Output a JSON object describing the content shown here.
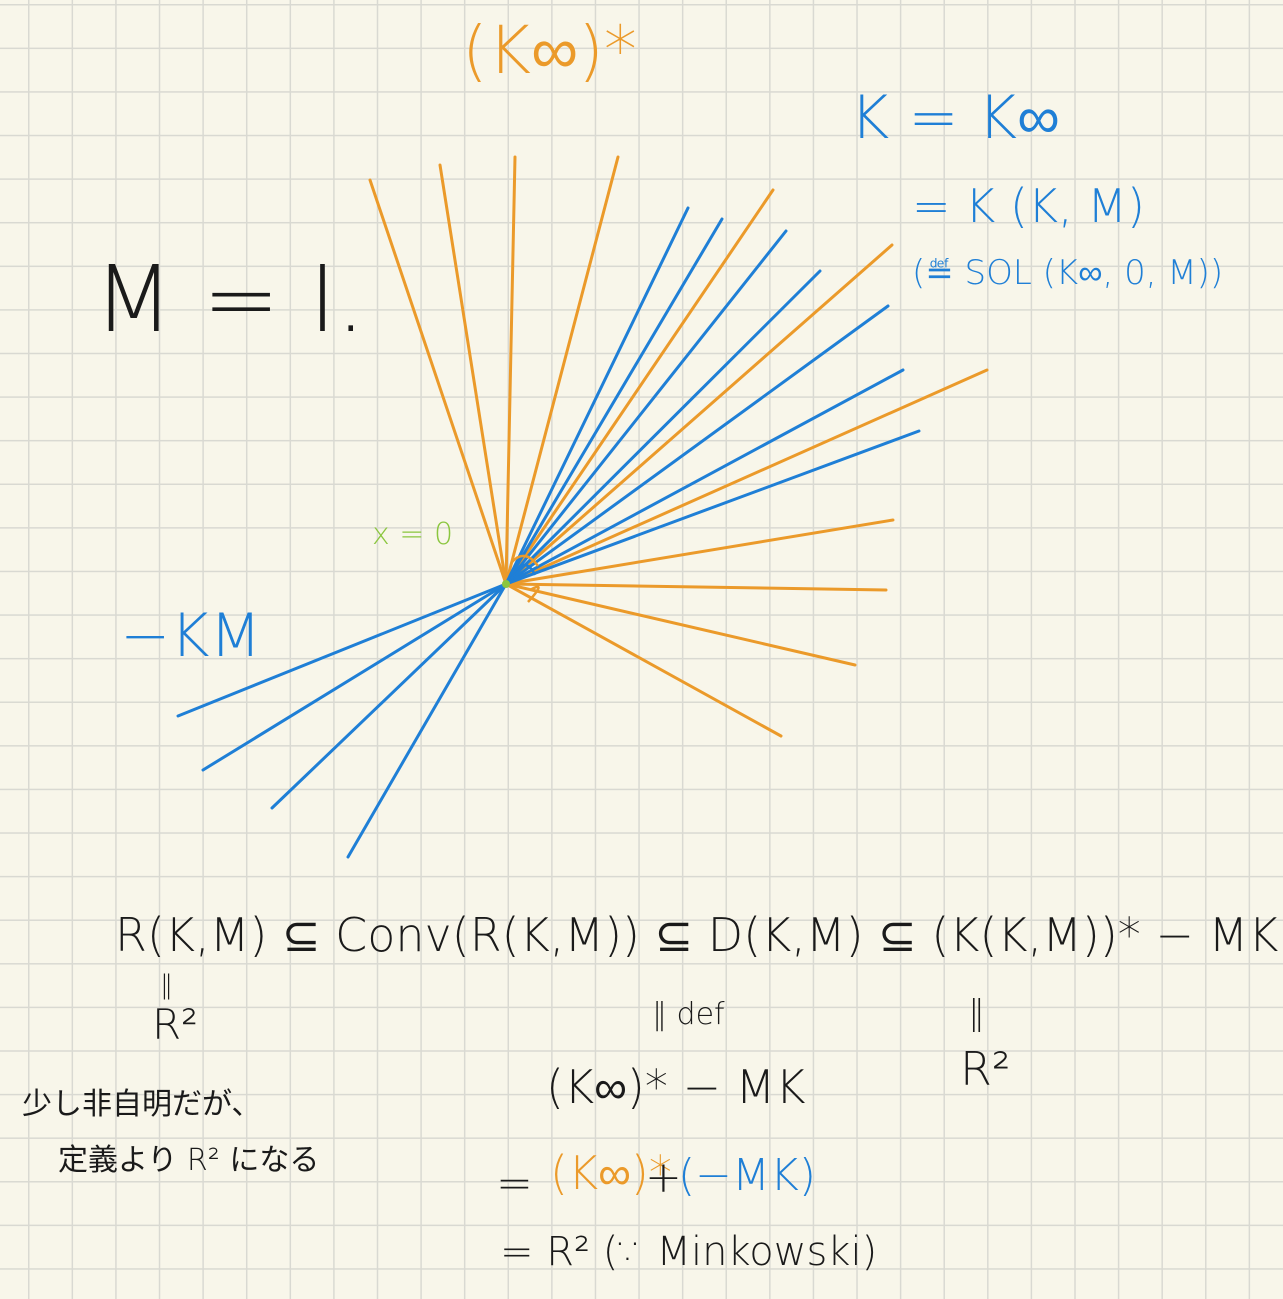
{
  "labels": {
    "dual_cone": "(K∞)*",
    "k_eq": "K = K∞",
    "k_eq2": "= K (K, M)",
    "k_def": "(≝ SOL (K∞, 0, M))",
    "m_eq": "M = I.",
    "origin": "x = 0",
    "neg_km": "−KM"
  },
  "formula": {
    "main": "R(K,M)  ⊆  Conv(R(K,M)) ⊆ D(K,M)  ⊆  (K(K,M))* − MK",
    "eq1": "‖",
    "r2_left": "R²",
    "note_line1": "少し非自明だが、",
    "note_line2": "定義より R² になる",
    "def_eq": "‖ def",
    "mid_line": "(K∞)* − MK",
    "eq_part1": "=",
    "eq_part2": "(K∞)*",
    "eq_part3": "+",
    "eq_part4": "(−MK)",
    "last_line": "= R²  (∵ Minkowski)",
    "eq3": "‖",
    "r2_right": "R²"
  },
  "colors": {
    "orange": "#eb9a2a",
    "blue": "#1f7fd6",
    "green": "#8bc63f",
    "black": "#1a1a1a"
  }
}
